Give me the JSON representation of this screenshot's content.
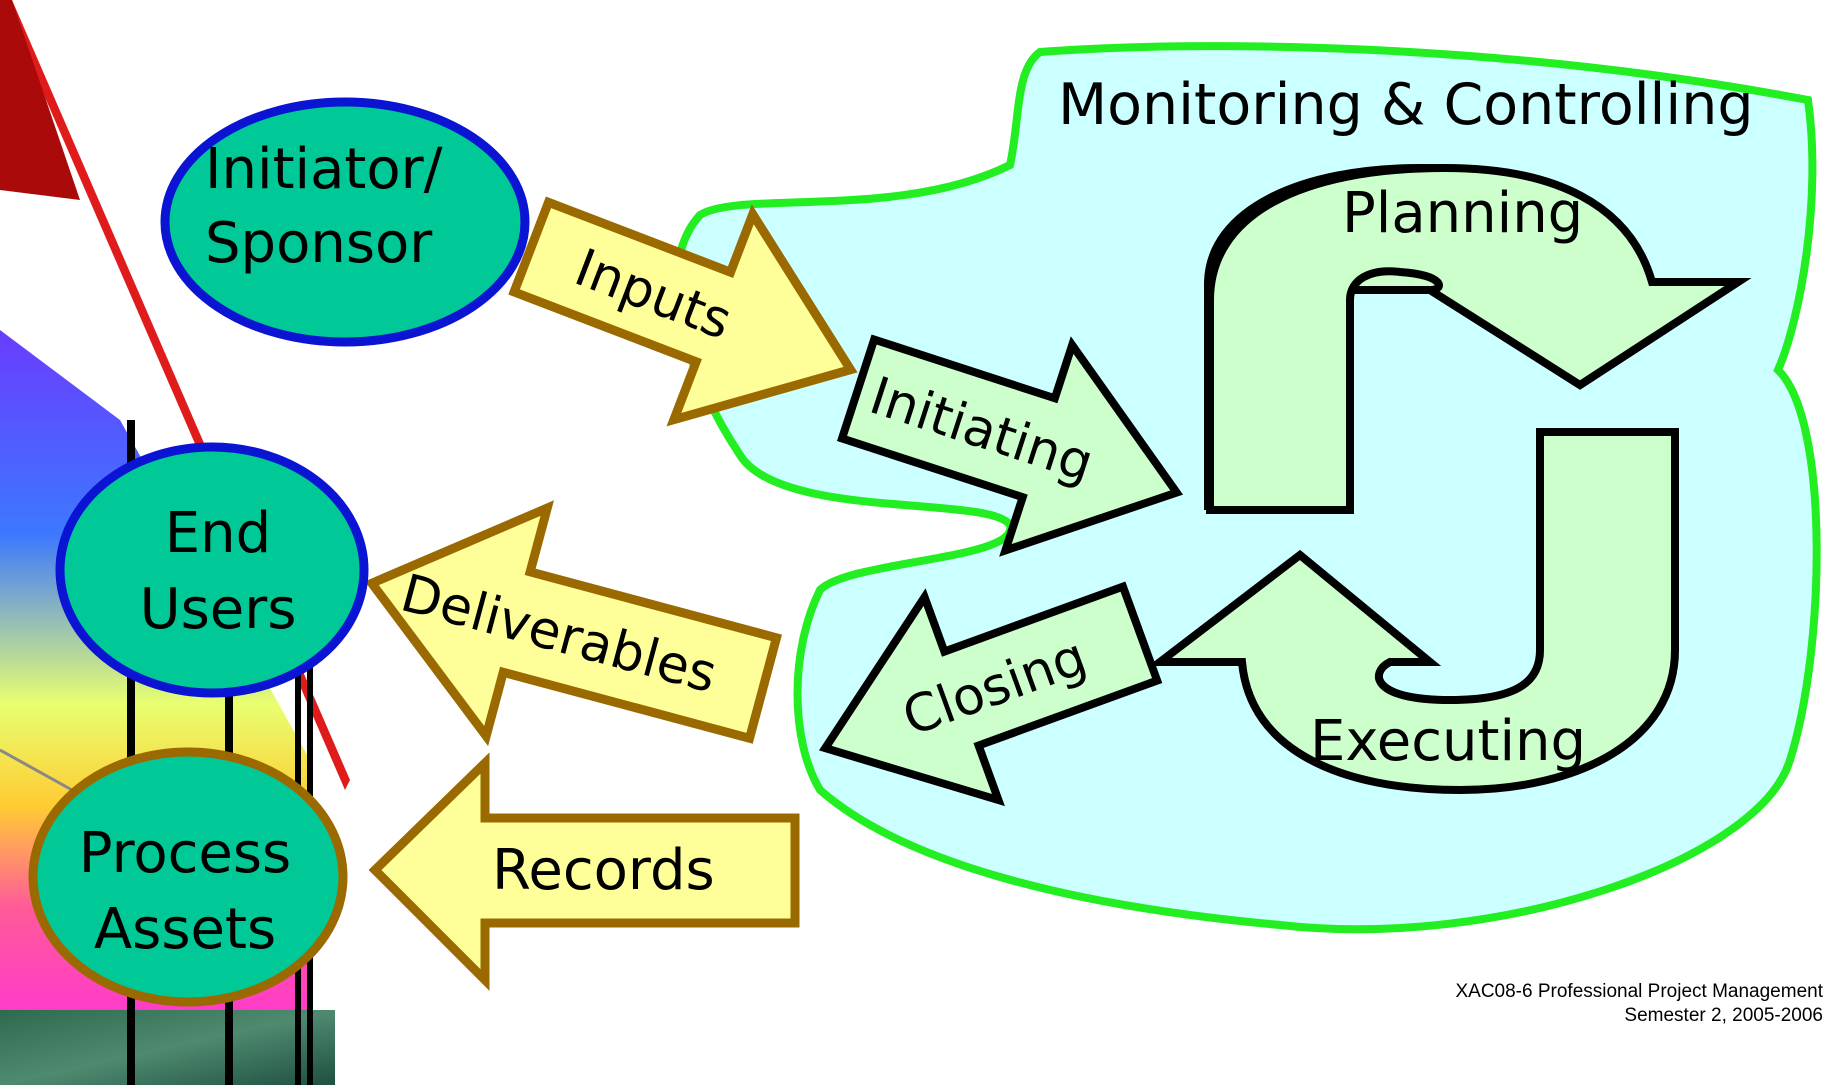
{
  "colors": {
    "stakeholder_fill": "#00c896",
    "sponsor_border": "#0a14d2",
    "assets_border": "#9a6a00",
    "io_arrow_fill": "#ffff99",
    "io_arrow_border": "#9a6a00",
    "process_fill": "#ccffcc",
    "region_fill": "#ccffff",
    "region_border": "#22ee22"
  },
  "stakeholders": {
    "sponsor": [
      "Initiator/",
      "Sponsor"
    ],
    "end_users": [
      "End",
      "Users"
    ],
    "process_assets": [
      "Process",
      "Assets"
    ]
  },
  "flows": {
    "inputs": "Inputs",
    "deliverables": "Deliverables",
    "records": "Records"
  },
  "processes": {
    "monitoring": "Monitoring & Controlling",
    "initiating": "Initiating",
    "planning": "Planning",
    "executing": "Executing",
    "closing": "Closing"
  },
  "footer": {
    "line1": "XAC08-6 Professional Project Management",
    "line2": "Semester 2, 2005-2006"
  }
}
